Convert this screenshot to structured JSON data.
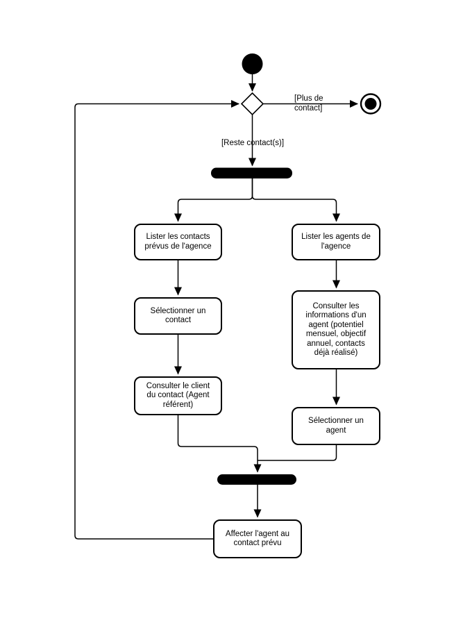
{
  "colors": {
    "stroke": "#000000",
    "node_fill": "#ffffff",
    "bar_fill": "#000000"
  },
  "diagram": {
    "guards": {
      "plus_de_contact": {
        "lines": [
          "[Plus de",
          "contact]"
        ]
      },
      "reste_contacts": "[Reste contact(s)]"
    },
    "actions": {
      "list_contacts": {
        "lines": [
          "Lister les contacts",
          "prévus de l'agence"
        ]
      },
      "select_contact": {
        "lines": [
          "Sélectionner un",
          "contact"
        ]
      },
      "consult_client": {
        "lines": [
          "Consulter le client",
          "du contact (Agent",
          "référent)"
        ]
      },
      "list_agents": {
        "lines": [
          "Lister les agents de",
          "l'agence"
        ]
      },
      "consult_agent": {
        "lines": [
          "Consulter les",
          "informations d'un",
          "agent (potentiel",
          "mensuel, objectif",
          "annuel, contacts",
          "déjà réalisé)"
        ]
      },
      "select_agent": {
        "lines": [
          "Sélectionner un",
          "agent"
        ]
      },
      "assign_agent": {
        "lines": [
          "Affecter l'agent au",
          "contact prévu"
        ]
      }
    }
  }
}
